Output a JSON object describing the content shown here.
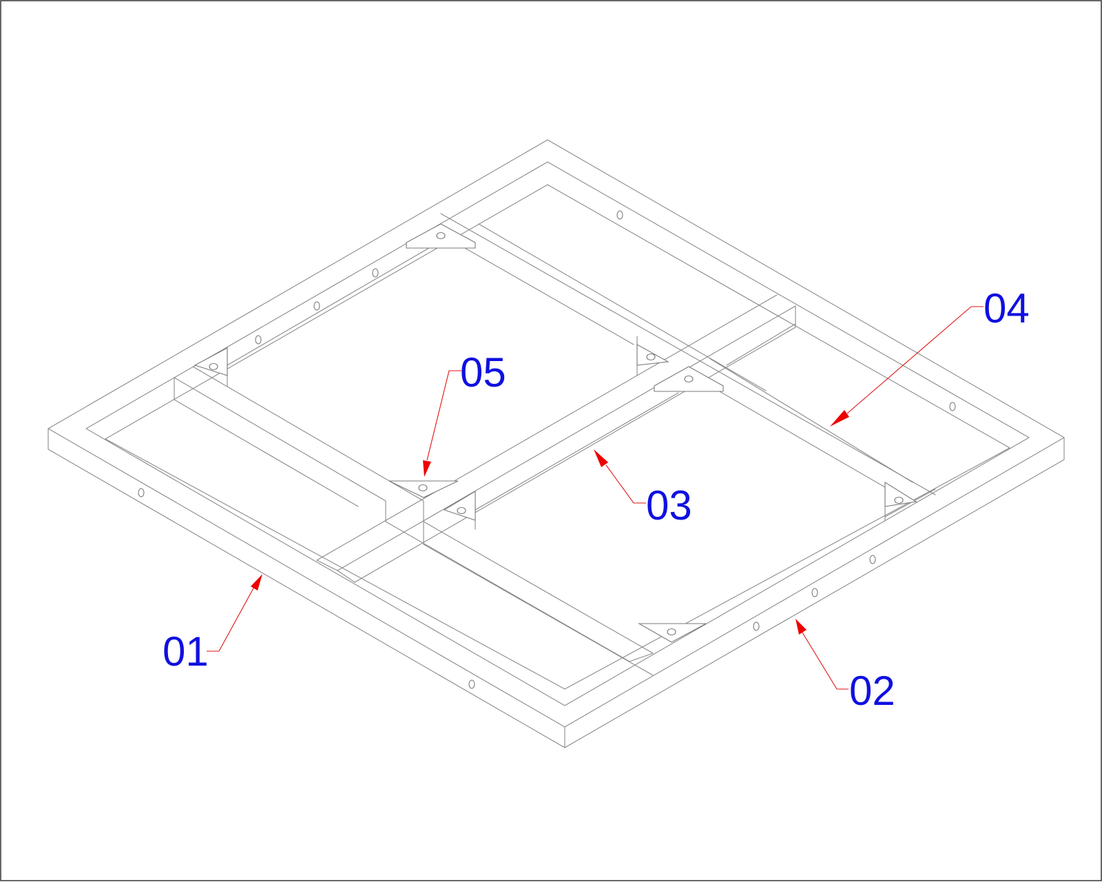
{
  "diagram": {
    "colors": {
      "line": "#8a8a8a",
      "callout_text": "#1010e0",
      "leader": "#e01010",
      "arrow": "#ee0000",
      "background": "#ffffff"
    },
    "callouts": [
      {
        "id": "c01",
        "label": "01",
        "target": "front-left-outer-beam"
      },
      {
        "id": "c02",
        "label": "02",
        "target": "front-right-outer-beam"
      },
      {
        "id": "c03",
        "label": "03",
        "target": "center-longitudinal-beam"
      },
      {
        "id": "c04",
        "label": "04",
        "target": "cross-beam"
      },
      {
        "id": "c05",
        "label": "05",
        "target": "corner-gusset-plate"
      }
    ]
  }
}
